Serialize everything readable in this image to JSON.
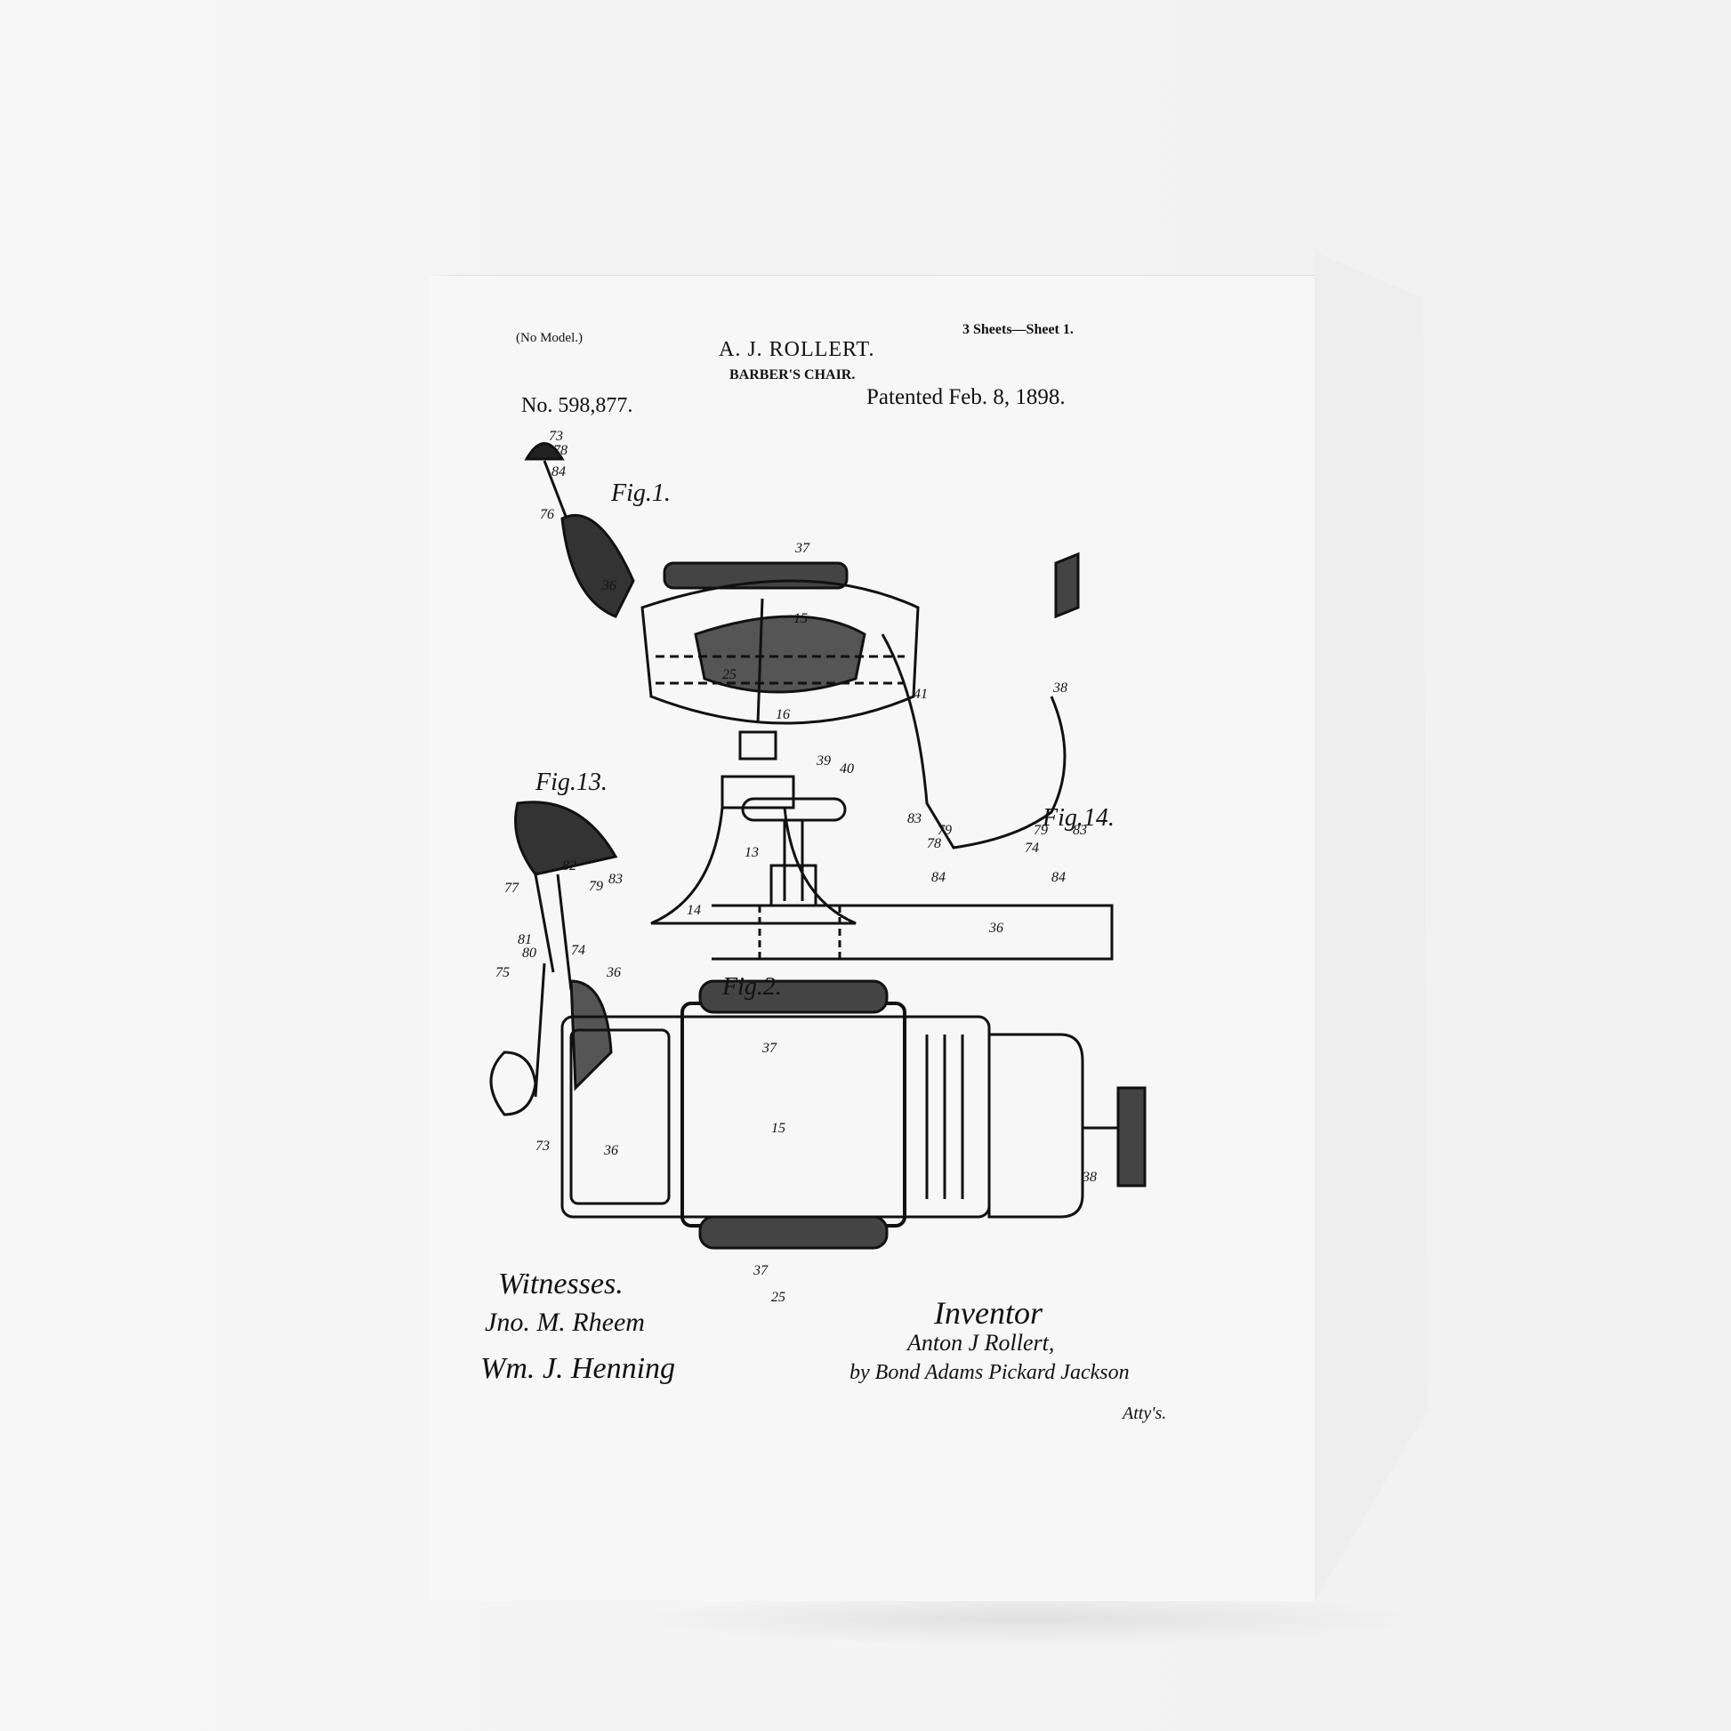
{
  "header": {
    "model_note": "(No Model.)",
    "inventor_name": "A. J. ROLLERT.",
    "title": "BARBER'S CHAIR.",
    "sheets": "3 Sheets—Sheet 1.",
    "patent_number": "No. 598,877.",
    "patent_date": "Patented Feb. 8, 1898."
  },
  "figures": {
    "fig1": "Fig.1.",
    "fig2": "Fig.2.",
    "fig13": "Fig.13.",
    "fig14": "Fig.14."
  },
  "labels": [
    "73",
    "78",
    "84",
    "76",
    "36",
    "37",
    "15",
    "25",
    "16",
    "39",
    "40",
    "41",
    "38",
    "13",
    "14",
    "82",
    "77",
    "79",
    "83",
    "81",
    "80",
    "74",
    "75",
    "36",
    "37",
    "15",
    "73",
    "36",
    "38",
    "37",
    "25",
    "83",
    "79",
    "78",
    "79",
    "83",
    "74",
    "84",
    "84",
    "36"
  ],
  "footer": {
    "witnesses_heading": "Witnesses.",
    "witness1": "Jno. M. Rheem",
    "witness2": "Wm. J. Henning",
    "inventor_heading": "Inventor",
    "inventor_signature": "Anton J Rollert,",
    "attorneys": "by Bond Adams Pickard Jackson",
    "attys_label": "Atty's."
  },
  "colors": {
    "ink": "#111111",
    "canvas": "#f7f7f7",
    "background": "#f4f4f4"
  }
}
